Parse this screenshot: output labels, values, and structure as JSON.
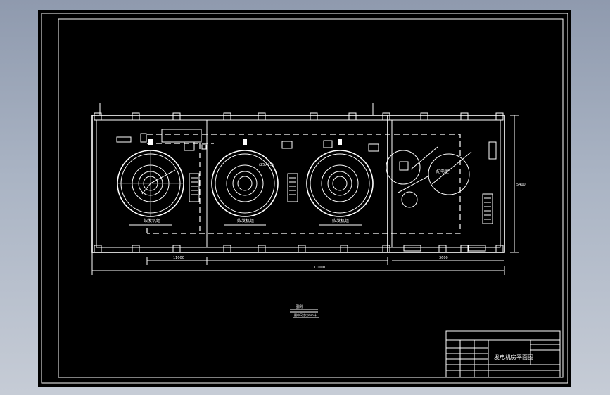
{
  "drawing": {
    "title_block": {
      "drawing_title": "发电机房平面图"
    },
    "labels": {
      "unit1": "柴发机组",
      "unit2": "柴发机组",
      "unit3": "柴发机组",
      "control_room": "配电室"
    },
    "dimensions": {
      "overall_length": "11000",
      "left_segment": "11000",
      "right_segment": "3600",
      "height": "5400",
      "cable_spec": "(25×25)"
    },
    "legend": {
      "title": "图例",
      "note": "图中尺寸以mm计"
    }
  }
}
